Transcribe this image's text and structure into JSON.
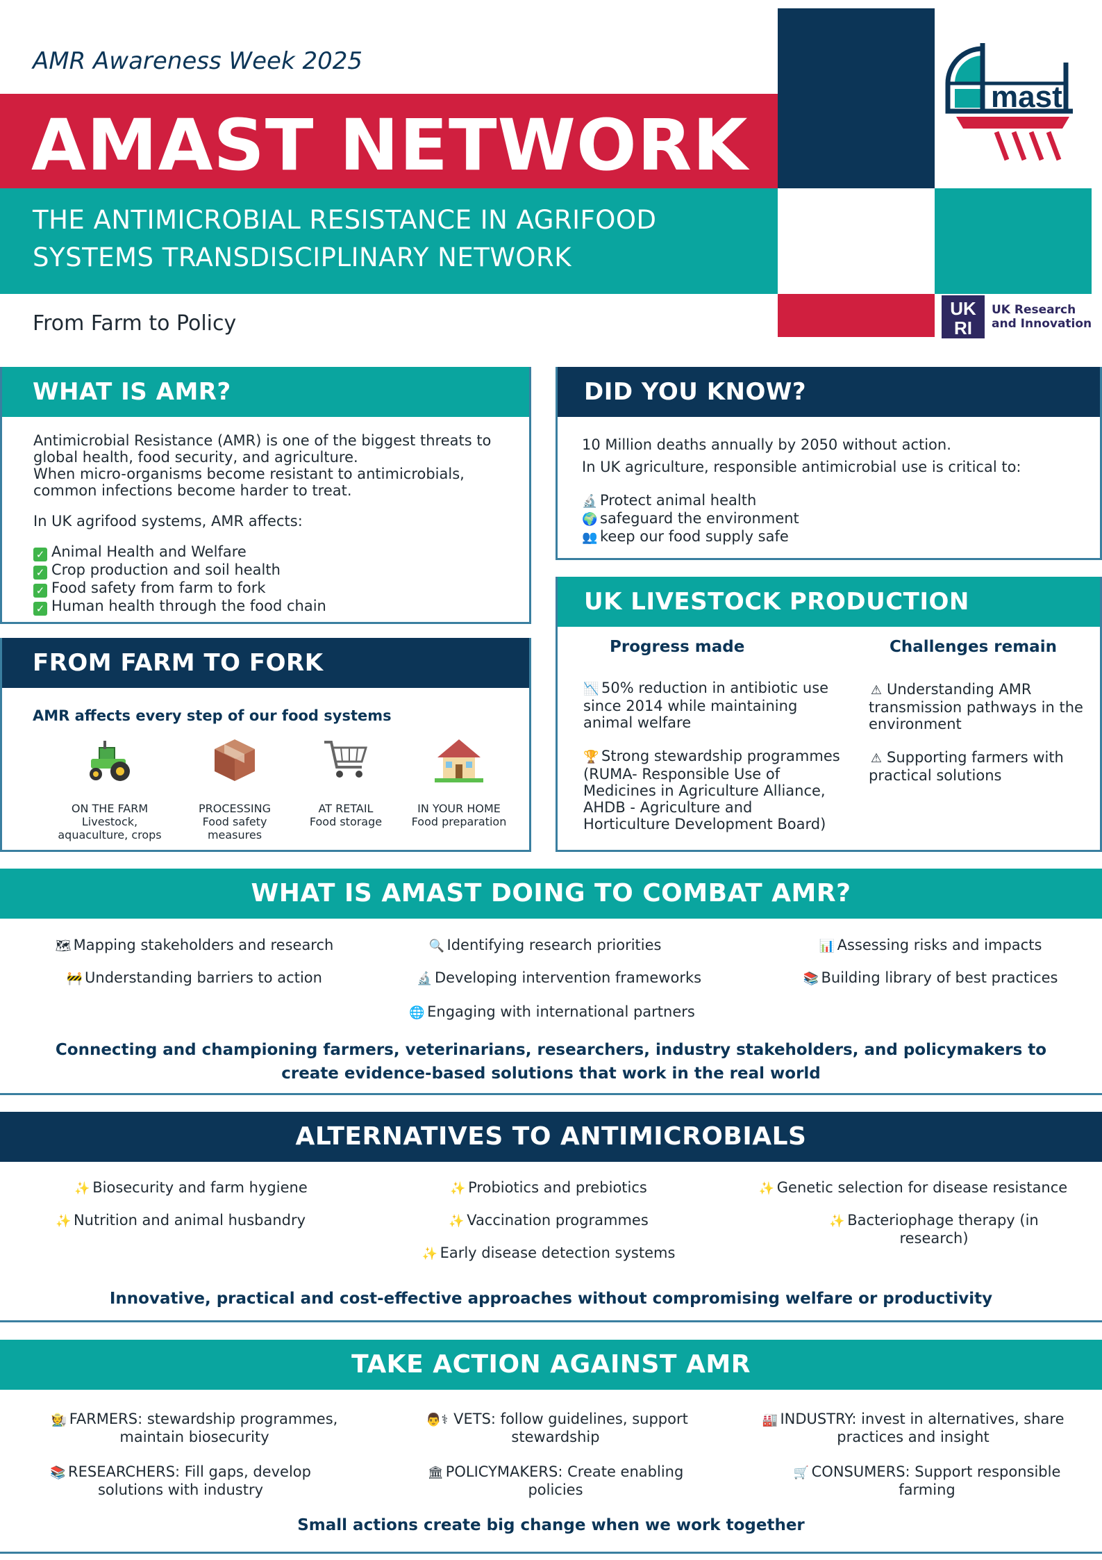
{
  "header": {
    "kicker": "AMR Awareness Week 2025",
    "title": "AMAST NETWORK",
    "subtitle_line1": "THE ANTIMICROBIAL RESISTANCE IN AGRIFOOD",
    "subtitle_line2": "SYSTEMS TRANSDISCIPLINARY NETWORK",
    "tagline": "From Farm to Policy",
    "logo_text": "mast",
    "ukri_line1": "UK Research",
    "ukri_line2": "and Innovation",
    "ukri_mark_top": "UK",
    "ukri_mark_bottom": "RI"
  },
  "colors": {
    "navy": "#0c3557",
    "teal": "#0aa59f",
    "red": "#d01f3f",
    "ukri": "#2e2860"
  },
  "what_is_amr": {
    "heading": "WHAT IS AMR?",
    "para1": "Antimicrobial Resistance (AMR) is one of the biggest threats to global health, food security, and agriculture.",
    "para2": "When micro-organisms become resistant to antimicrobials, common infections become harder to treat.",
    "para3": "In UK agrifood systems, AMR affects:",
    "items": [
      "Animal Health and Welfare",
      "Crop production and soil health",
      "Food safety from farm to fork",
      "Human health through the food chain"
    ]
  },
  "did_you_know": {
    "heading": "DID YOU KNOW?",
    "line1": "10 Million deaths annually by 2050 without action.",
    "line2": "In UK agriculture, responsible antimicrobial use is critical to:",
    "items": [
      {
        "icon": "microscope-icon",
        "text": "Protect animal health"
      },
      {
        "icon": "globe-icon",
        "text": "safeguard the environment"
      },
      {
        "icon": "people-icon",
        "text": "keep our food supply safe"
      }
    ]
  },
  "farm_to_fork": {
    "heading": "FROM FARM TO FORK",
    "subheading": "AMR affects every step of our food systems",
    "stages": [
      {
        "icon": "tractor-icon",
        "title": "ON THE FARM",
        "detail": "Livestock, aquaculture, crops"
      },
      {
        "icon": "package-icon",
        "title": "PROCESSING",
        "detail": "Food safety measures"
      },
      {
        "icon": "shopping-cart-icon",
        "title": "AT RETAIL",
        "detail": "Food storage"
      },
      {
        "icon": "house-icon",
        "title": "IN YOUR HOME",
        "detail": "Food preparation"
      }
    ]
  },
  "livestock": {
    "heading": "UK LIVESTOCK PRODUCTION",
    "progress_heading": "Progress made",
    "challenges_heading": "Challenges remain",
    "progress": [
      {
        "icon": "chart-down-icon",
        "text": "50% reduction in antibiotic use since 2014 while maintaining animal welfare"
      },
      {
        "icon": "trophy-icon",
        "text": "Strong stewardship programmes (RUMA- Responsible Use of Medicines in Agriculture Alliance, AHDB - Agriculture and Horticulture Development Board)"
      }
    ],
    "challenges": [
      {
        "icon": "warning-icon",
        "text": "Understanding AMR transmission pathways in the environment"
      },
      {
        "icon": "warning-icon",
        "text": "Supporting farmers with practical solutions"
      }
    ]
  },
  "combat": {
    "heading": "WHAT IS AMAST DOING TO COMBAT AMR?",
    "items": [
      {
        "icon": "map-icon",
        "text": "Mapping stakeholders and research"
      },
      {
        "icon": "magnifier-icon",
        "text": "Identifying research priorities"
      },
      {
        "icon": "bar-chart-icon",
        "text": "Assessing risks and impacts"
      },
      {
        "icon": "barrier-icon",
        "text": "Understanding barriers to action"
      },
      {
        "icon": "microscope-icon",
        "text": "Developing intervention frameworks"
      },
      {
        "icon": "books-icon",
        "text": "Building library of best practices"
      },
      {
        "icon": "globe-icon",
        "text": "Engaging with international partners"
      }
    ],
    "tagline_line1": "Connecting and championing farmers, veterinarians, researchers, industry stakeholders, and policymakers to",
    "tagline_line2": "create evidence-based solutions that work in the real world"
  },
  "alternatives": {
    "heading": "ALTERNATIVES TO ANTIMICROBIALS",
    "items": [
      "Biosecurity and farm hygiene",
      "Probiotics and prebiotics",
      "Genetic selection for disease resistance",
      "Nutrition and animal husbandry",
      "Vaccination programmes",
      "Bacteriophage therapy (in research)",
      "Early disease detection systems"
    ],
    "tagline": "Innovative, practical and cost-effective approaches without compromising welfare or productivity"
  },
  "take_action": {
    "heading": "TAKE ACTION AGAINST AMR",
    "items": [
      {
        "icon": "farmer-icon",
        "text": "FARMERS: stewardship programmes, maintain biosecurity"
      },
      {
        "icon": "vet-icon",
        "text": "VETS: follow guidelines, support stewardship"
      },
      {
        "icon": "factory-icon",
        "text": "INDUSTRY: invest in alternatives, share practices and insight"
      },
      {
        "icon": "books-icon",
        "text": "RESEARCHERS: Fill gaps, develop solutions with industry"
      },
      {
        "icon": "government-icon",
        "text": "POLICYMAKERS: Create enabling policies"
      },
      {
        "icon": "cart-icon",
        "text": "CONSUMERS: Support responsible farming"
      }
    ],
    "tagline": "Small actions create big change when we work together"
  }
}
